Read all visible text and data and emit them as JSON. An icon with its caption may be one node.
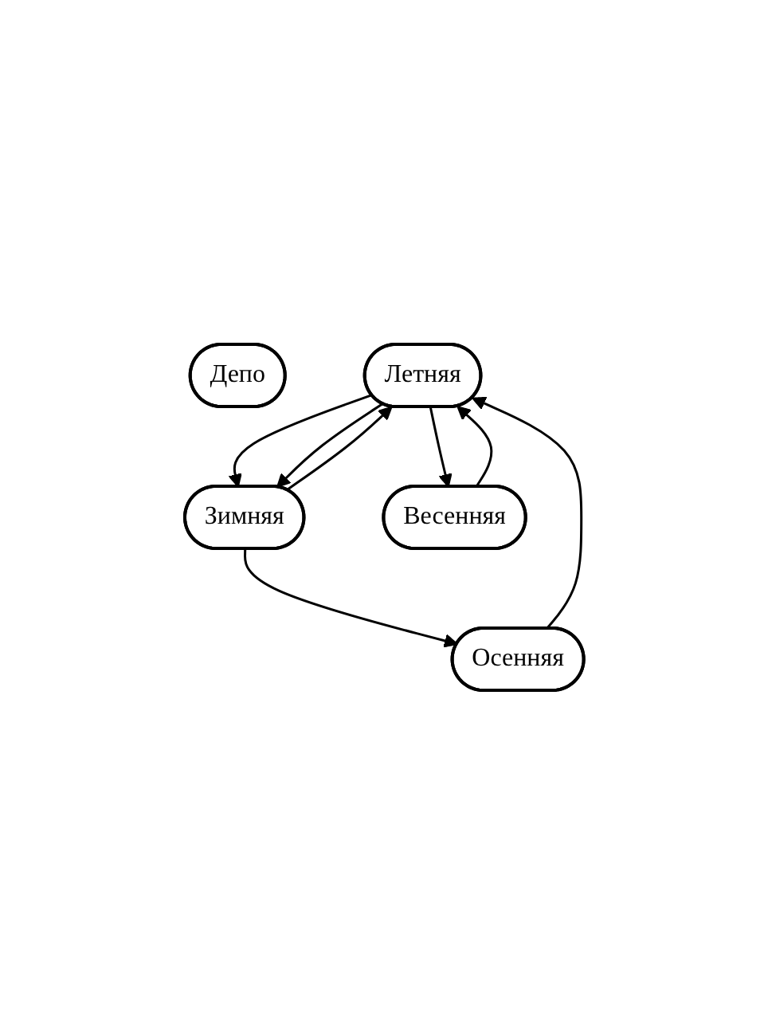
{
  "diagram": {
    "nodes": [
      {
        "text": [
          "Депо"
        ]
      },
      {
        "text": [
          "Летняя"
        ]
      },
      {
        "text": [
          "Зимняя"
        ]
      },
      {
        "text": [
          "Осенняя"
        ]
      },
      {
        "text": [
          "Весенняя"
        ]
      }
    ],
    "edges": [
      {
        "from": 1,
        "to": 2,
        "arrow": "to"
      },
      {
        "from": 2,
        "to": 1,
        "arrow": "to"
      },
      {
        "from": 1,
        "to": 2,
        "arrow": "to"
      },
      {
        "from": 2,
        "to": 3,
        "arrow": "to"
      },
      {
        "from": 1,
        "to": 4,
        "arrow": "to"
      },
      {
        "from": 3,
        "to": 1,
        "arrow": "to"
      },
      {
        "from": 4,
        "to": 1,
        "arrow": "to"
      }
    ]
  }
}
